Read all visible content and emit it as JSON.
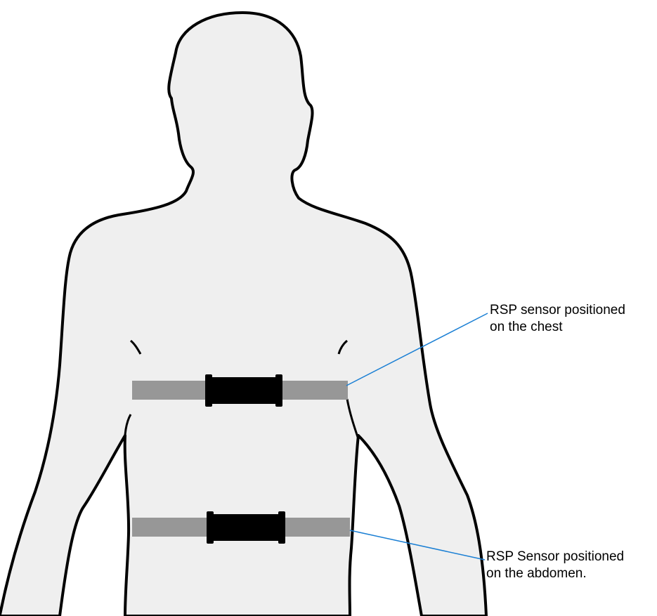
{
  "labels": {
    "chest": {
      "line1": "RSP sensor positioned",
      "line2": "on the chest"
    },
    "abdomen": {
      "line1": "RSP Sensor positioned",
      "line2": "on the abdomen."
    }
  },
  "colors": {
    "body_fill": "#efefef",
    "outline": "#000000",
    "strap": "#979797",
    "sensor": "#000000",
    "leader_line": "#1a7fd4",
    "background": "#ffffff"
  }
}
